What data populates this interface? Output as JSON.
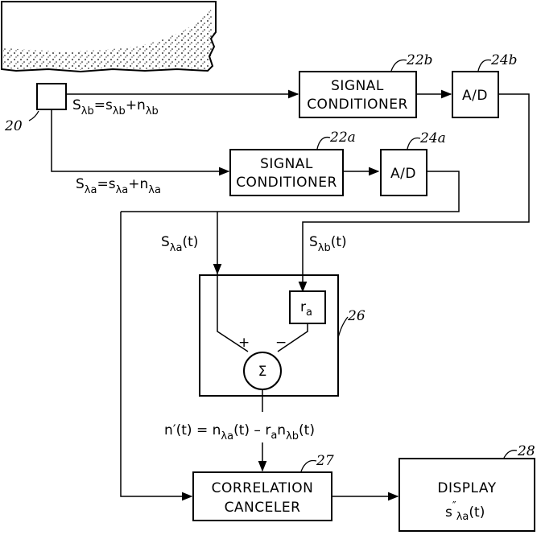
{
  "colors": {
    "ink": "#000000",
    "background": "#ffffff"
  },
  "refs": {
    "sensor": "20",
    "cond_b": "22b",
    "ad_b": "24b",
    "cond_a": "22a",
    "ad_a": "24a",
    "subtractor": "26",
    "canceler": "27",
    "display": "28"
  },
  "blocks": {
    "cond_b": [
      "SIGNAL",
      "CONDITIONER"
    ],
    "cond_a": [
      "SIGNAL",
      "CONDITIONER"
    ],
    "ad_b": "A/D",
    "ad_a": "A/D",
    "canceler": [
      "CORRELATION",
      "CANCELER"
    ],
    "display": "DISPLAY",
    "ratio": "r",
    "ratio_sub": "a",
    "sum_symbol": "Σ",
    "plus": "+",
    "minus": "−"
  },
  "equations": {
    "sb": {
      "S": "S",
      "sub1": "λb",
      "eq": "=s",
      "sub2": "λb",
      "plus": "+n",
      "sub3": "λb"
    },
    "sa": {
      "S": "S",
      "sub1": "λa",
      "eq": "=s",
      "sub2": "λa",
      "plus": "+n",
      "sub3": "λa"
    },
    "sa_t": {
      "S": "S",
      "sub": "λa",
      "arg": "(t)"
    },
    "sb_t": {
      "S": "S",
      "sub": "λb",
      "arg": "(t)"
    },
    "nprime": {
      "lhs": "n′(t) = ",
      "n1": "n",
      "sub1": "λa",
      "mid": "(t) – r",
      "r_sub": "a",
      "n2": "n",
      "sub2": "λb",
      "arg": "(t)"
    },
    "display_out": {
      "s": "s",
      "sup": "″",
      "sub": "λa",
      "arg": "(t)"
    }
  }
}
